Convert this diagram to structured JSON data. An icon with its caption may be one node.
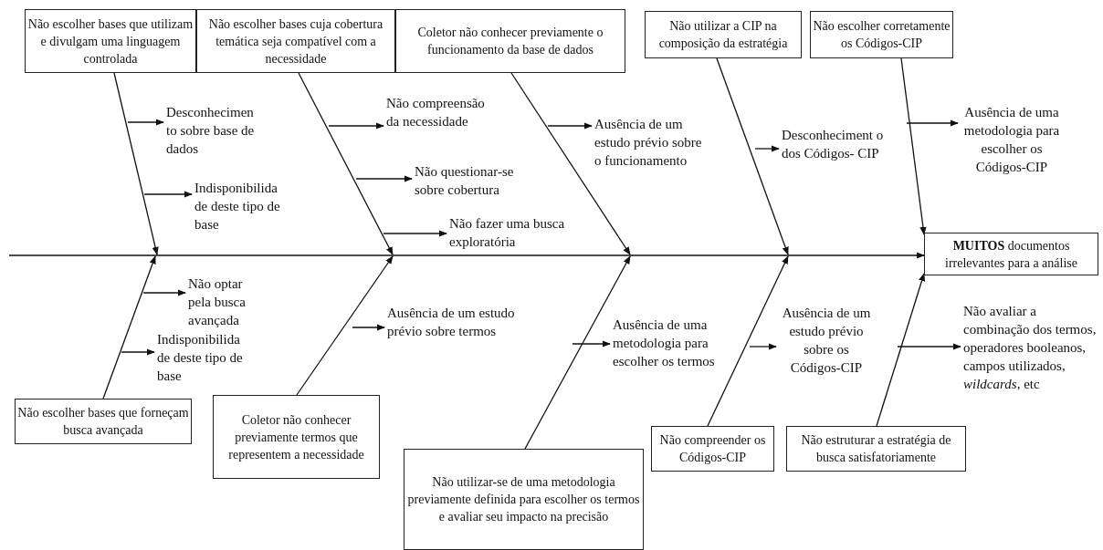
{
  "diagram": {
    "nodes": [
      {
        "text": [
          "Não escolher bases que utilizam e divulgam uma linguagem controlada"
        ]
      },
      {
        "text": [
          "Não escolher bases cuja cobertura temática seja compatível com a necessidade"
        ]
      },
      {
        "text": [
          "Coletor não conhecer previamente o funcionamento da base de dados"
        ]
      },
      {
        "text": [
          "Não utilizar a CIP na composição da estratégia"
        ]
      },
      {
        "text": [
          "Não escolher corretamente os Códigos-CIP"
        ]
      },
      {
        "text": [
          "Desconhecimen to sobre base de dados"
        ]
      },
      {
        "text": [
          "Indisponibilida de deste tipo de base"
        ]
      },
      {
        "text": [
          "Não compreensão da necessidade"
        ]
      },
      {
        "text": [
          "Não questionar-se sobre cobertura"
        ]
      },
      {
        "text": [
          "Não fazer uma busca exploratória"
        ]
      },
      {
        "text": [
          "Ausência de um estudo prévio sobre o funcionamento"
        ]
      },
      {
        "text": [
          "Desconheciment o dos Códigos- CIP"
        ]
      },
      {
        "text": [
          "Ausência de uma metodologia para escolher os Códigos-CIP"
        ]
      },
      {
        "text": [
          "**MUITOS** documentos irrelevantes para a análise"
        ]
      },
      {
        "text": [
          "Não optar pela busca avançada"
        ]
      },
      {
        "text": [
          "Indisponibilida de deste tipo de base"
        ]
      },
      {
        "text": [
          "Ausência de um estudo prévio sobre termos"
        ]
      },
      {
        "text": [
          "Ausência de uma metodologia para escolher os termos"
        ]
      },
      {
        "text": [
          "Ausência de um estudo prévio sobre os Códigos-CIP"
        ]
      },
      {
        "text": [
          "Não avaliar a combinação dos termos, operadores booleanos, campos utilizados, *wildcards*, etc"
        ]
      },
      {
        "text": [
          "Não escolher bases que forneçam busca avançada"
        ]
      },
      {
        "text": [
          "Coletor não conhecer previamente termos que representem a necessidade"
        ]
      },
      {
        "text": [
          "Não utilizar-se de uma metodologia previamente definida para escolher os termos e avaliar seu impacto na precisão"
        ]
      },
      {
        "text": [
          "Não compreender os Códigos-CIP"
        ]
      },
      {
        "text": [
          "Não estruturar a estratégia de busca satisfatoriamente"
        ]
      }
    ],
    "edges": [
      {
        "from": null,
        "to": 13,
        "arrow": "to"
      },
      {
        "from": 0,
        "to": null,
        "arrow": "to"
      },
      {
        "from": 1,
        "to": null,
        "arrow": "to"
      },
      {
        "from": 2,
        "to": null,
        "arrow": "to"
      },
      {
        "from": 3,
        "to": null,
        "arrow": "to"
      },
      {
        "from": 4,
        "to": 13,
        "arrow": "to"
      },
      {
        "from": null,
        "to": 5,
        "arrow": "to"
      },
      {
        "from": null,
        "to": 6,
        "arrow": "to"
      },
      {
        "from": null,
        "to": 7,
        "arrow": "to"
      },
      {
        "from": null,
        "to": 8,
        "arrow": "to"
      },
      {
        "from": null,
        "to": 9,
        "arrow": "to"
      },
      {
        "from": null,
        "to": 10,
        "arrow": "to"
      },
      {
        "from": null,
        "to": 11,
        "arrow": "to"
      },
      {
        "from": null,
        "to": 12,
        "arrow": "to"
      },
      {
        "from": null,
        "to": 14,
        "arrow": "to"
      },
      {
        "from": null,
        "to": 15,
        "arrow": "to"
      },
      {
        "from": null,
        "to": 16,
        "arrow": "to"
      },
      {
        "from": null,
        "to": 17,
        "arrow": "to"
      },
      {
        "from": null,
        "to": 18,
        "arrow": "to"
      },
      {
        "from": null,
        "to": 19,
        "arrow": "to"
      },
      {
        "from": 20,
        "to": null,
        "arrow": "to"
      },
      {
        "from": 21,
        "to": null,
        "arrow": "to"
      },
      {
        "from": 22,
        "to": null,
        "arrow": "to"
      },
      {
        "from": 23,
        "to": null,
        "arrow": "to"
      },
      {
        "from": 24,
        "to": 13,
        "arrow": "to"
      }
    ]
  }
}
